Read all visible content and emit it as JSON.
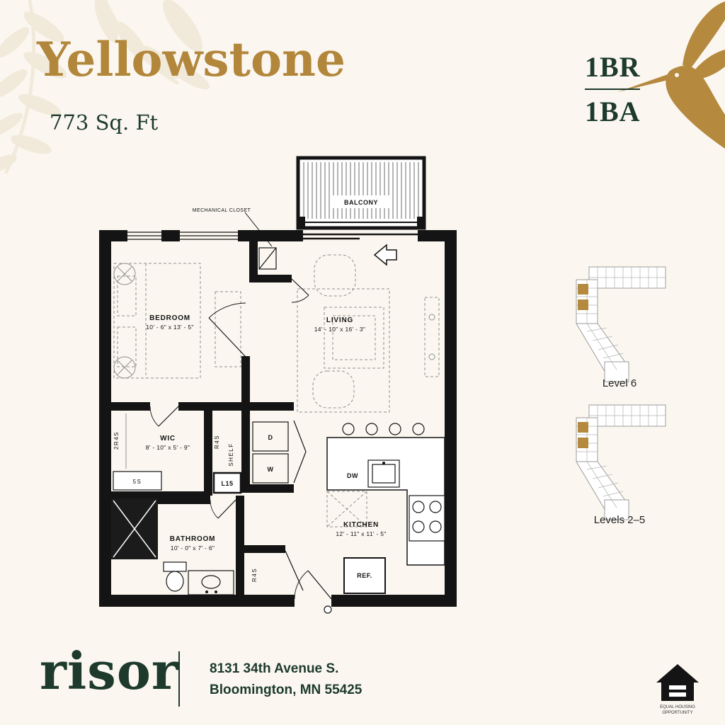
{
  "colors": {
    "gold": "#b2873b",
    "green": "#1d3a2c",
    "cream": "#fbf7f0",
    "ink": "#141414"
  },
  "header": {
    "title": "Yellowstone",
    "sqft": "773 Sq. Ft",
    "bedrooms": "1BR",
    "bathrooms": "1BA"
  },
  "floorplan": {
    "balcony": "BALCONY",
    "mechanical_closet": "MECHANICAL CLOSET",
    "bedroom_name": "BEDROOM",
    "bedroom_dims": "10' - 6\" x 13' - 5\"",
    "living_name": "LIVING",
    "living_dims": "14' - 10\" x 16' - 3\"",
    "wic_name": "WIC",
    "wic_dims": "8' - 10\" x 5' - 9\"",
    "bathroom_name": "BATHROOM",
    "bathroom_dims": "10' - 0\" x 7' - 6\"",
    "kitchen_name": "KITCHEN",
    "kitchen_dims": "12' - 11\" x 11' - 5\"",
    "shelf": "SHELF",
    "dryer": "D",
    "washer": "W",
    "linen": "L15",
    "dishwasher": "DW",
    "refrigerator": "REF.",
    "closet_2r4s": "2R4S",
    "wic_r4s": "R4S",
    "entry_r4s": "R4S",
    "shelf_5s": "5S"
  },
  "keyplans": [
    {
      "label": "Level 6"
    },
    {
      "label": "Levels 2–5"
    }
  ],
  "footer": {
    "brand": "risor",
    "address_line1": "8131 34th Avenue S.",
    "address_line2": "Bloomington, MN 55425",
    "equal_housing_line1": "EQUAL HOUSING",
    "equal_housing_line2": "OPPORTUNITY"
  }
}
